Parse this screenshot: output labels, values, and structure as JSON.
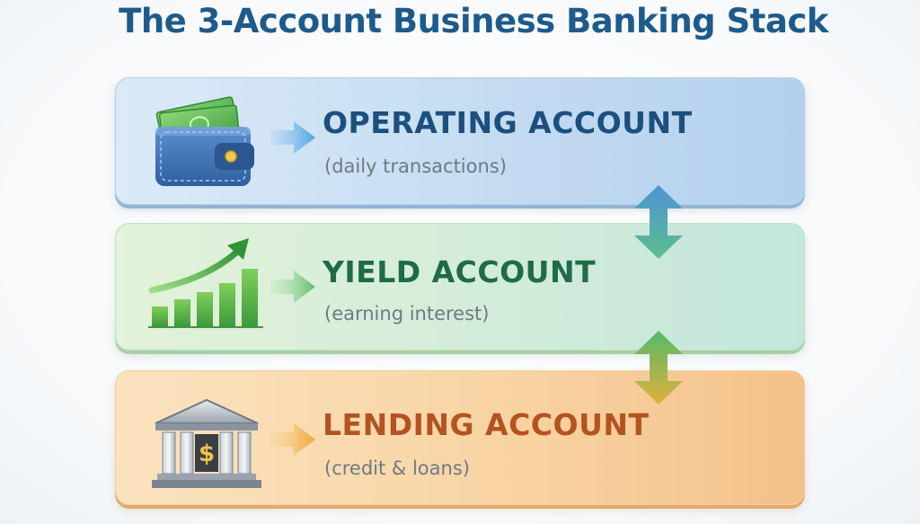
{
  "title": "The 3-Account Business Banking Stack",
  "accounts": [
    {
      "heading": "OPERATING ACCOUNT",
      "subtitle": "(daily transactions)",
      "icon": "wallet-icon",
      "color": "#1d4f7e"
    },
    {
      "heading": "YIELD ACCOUNT",
      "subtitle": "(earning interest)",
      "icon": "growth-chart-icon",
      "color": "#1f6b48"
    },
    {
      "heading": "LENDING ACCOUNT",
      "subtitle": "(credit & loans)",
      "icon": "bank-icon",
      "color": "#b4531f"
    }
  ],
  "connectors": [
    {
      "icon": "double-arrow-icon",
      "from": "OPERATING ACCOUNT",
      "to": "YIELD ACCOUNT"
    },
    {
      "icon": "double-arrow-icon",
      "from": "YIELD ACCOUNT",
      "to": "LENDING ACCOUNT"
    }
  ]
}
